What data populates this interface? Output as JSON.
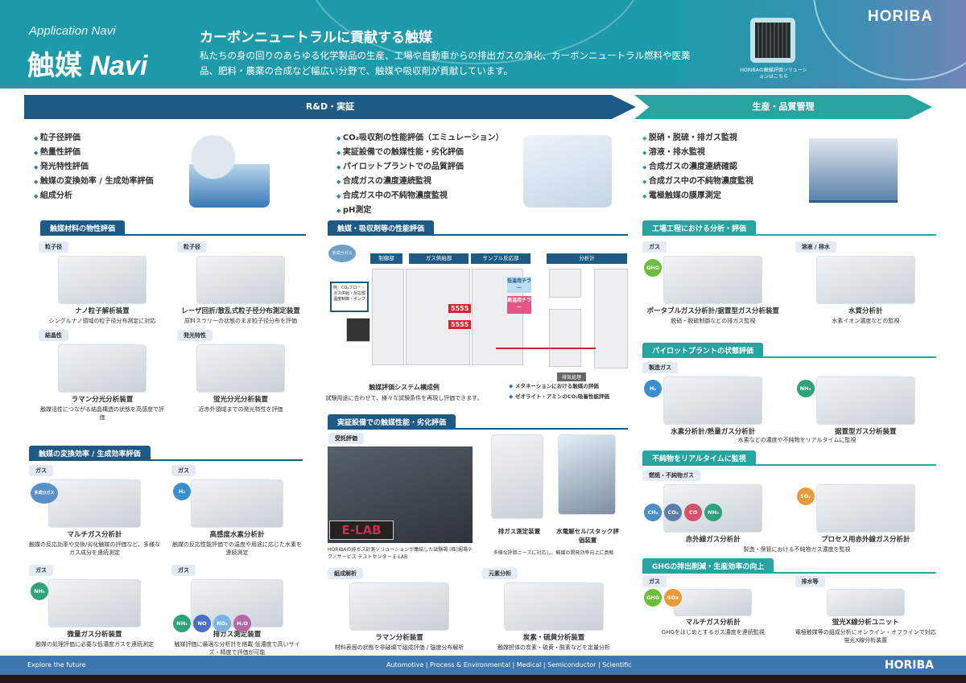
{
  "header": {
    "subtitle": "Application Navi",
    "title_jp": "触媒",
    "title_en": "Navi",
    "headline": "カーボンニュートラルに貢献する触媒",
    "description": "私たちの身の回りのあらゆる化学製品の生産、工場や自動車からの排出ガスの浄化、カーボンニュートラル燃料や医薬品、肥料・農薬の合成など幅広い分野で、触媒や吸収剤が貢献しています。",
    "qr_caption": "HORIBAの触媒評価ソリューションはこちら",
    "logo": "HORIBA"
  },
  "phases": {
    "rd": "R&D・実証",
    "production": "生産・品質管理"
  },
  "colors": {
    "navy": "#1d5a86",
    "teal": "#27a3a0",
    "header": "#1f9aaa",
    "footer": "#3e76b0"
  },
  "left": {
    "bullets": [
      "粒子径評価",
      "熱量性評価",
      "発光特性評価",
      "触媒の変換効率 / 生成効率評価",
      "組成分析"
    ],
    "sec1": {
      "title": "触媒材料の物性評価",
      "cards": [
        {
          "tag": "粒子径",
          "name": "ナノ粒子解析装置",
          "desc": "シングルナノ領域の粒子径分布測定に対応"
        },
        {
          "tag": "粒子径",
          "name": "レーザ回折/散乱式粒子径分布測定装置",
          "desc": "原料スラリーの状態のまま粒子径分布を評価"
        },
        {
          "tag": "結晶性",
          "name": "ラマン分光分析装置",
          "desc": "触媒活性につながる結晶構造の状態を高感度で評価"
        },
        {
          "tag": "発光特性",
          "name": "蛍光分光分析装置",
          "desc": "近赤外領域までの発光特性を評価"
        }
      ]
    },
    "sec2": {
      "title": "触媒の変換効率 / 生成効率評価",
      "cards": [
        {
          "tag": "ガス",
          "chips": [
            "多成分ガス"
          ],
          "name": "マルチガス分析計",
          "desc": "触媒の反応効率や交換/劣化触媒の評価など、多様なガス成分を連続測定"
        },
        {
          "tag": "ガス",
          "chips": [
            "H₂"
          ],
          "name": "高感度水素分析計",
          "desc": "触媒の反応性能評価での温度や用途に応じた水素を連続測定"
        },
        {
          "tag": "ガス",
          "chips": [
            "NH₃"
          ],
          "name": "微量ガス分析装置",
          "desc": "触媒の処理評価に必要な低濃度ガスを連続測定"
        },
        {
          "tag": "ガス",
          "chips": [
            "NH₃",
            "NO",
            "NO₂",
            "H₂O"
          ],
          "name": "排ガス測定装置",
          "desc": "触媒評価に最適な分析計を搭載 低濃度で高いサイズ・精度で評価が可能"
        }
      ]
    }
  },
  "middle": {
    "bullets": [
      "CO₂吸収剤の性能評価（エミュレーション）",
      "実証設備での触媒性能・劣化評価",
      "パイロットプラントでの品質評価",
      "合成ガスの濃度連続監視",
      "合成ガス中の不純物濃度監視",
      "pH測定"
    ],
    "sec1": {
      "title": "触媒・吸収剤等の性能評価",
      "diagram_labels": [
        "制御部",
        "ガス供給部",
        "サンプル反応部",
        "分析計"
      ],
      "note": "例：CO₂フロー・ガス供給・反応部温度制御・ポンプ",
      "cloud": "多成分ガス",
      "chiller_low": "低温用チラー",
      "chiller_high": "高温用チラー",
      "mfc": "5555",
      "exhaust": "排気処理",
      "caption_title": "触媒評価システム構成例",
      "caption": "試験用途に合わせて、様々な試験条件を再現し評価できます。",
      "apps": [
        "メタネーションにおける触媒の評価",
        "ゼオライト・アミンのCO₂吸着性能評価"
      ]
    },
    "sec2": {
      "title": "実証設備での触媒性能・劣化評価",
      "tag": "受託評価",
      "elab": "E-LAB",
      "elab_caption": "HORIBAの排ガス計測ソリューションが集結した試験場 (株)堀場テクノサービス テストセンター E-LAB",
      "cards": [
        {
          "name": "排ガス測定装置"
        },
        {
          "name": "水電解セル/スタック評価装置"
        }
      ],
      "cards_caption": "多様な評価ニーズに対応し、触媒の開発効率向上に貢献",
      "bottom": [
        {
          "tag": "組成解析",
          "name": "ラマン分析装置",
          "desc": "材料表面の状態を非破壊で組成評価 / 強度分布解析"
        },
        {
          "tag": "元素分析",
          "name": "炭素・硫黄分析装置",
          "desc": "触媒担体の炭素・硫黄・酸素などを定量分析"
        }
      ]
    }
  },
  "right": {
    "bullets": [
      "脱硝・脱硫・排ガス監視",
      "溶液・排水監視",
      "合成ガスの濃度連続確認",
      "合成ガス中の不純物濃度監視",
      "電極触媒の膜厚測定"
    ],
    "sec1": {
      "title": "工場工程における分析・評価",
      "cards": [
        {
          "tag": "ガス",
          "chips": [
            "GHG"
          ],
          "name": "ポータブルガス分析計/据置型ガス分析装置",
          "desc": "脱硝・脱硫制御などの排ガス監視"
        },
        {
          "tag": "溶液 / 排水",
          "name": "水質分析計",
          "desc": "水素イオン濃度などの監視"
        }
      ]
    },
    "sec2": {
      "title": "パイロットプラントの状態評価",
      "cards": [
        {
          "tag": "製造ガス",
          "chips": [
            "H₂"
          ],
          "name": "水素分析計/熱量ガス分析計",
          "desc": ""
        },
        {
          "tag": "",
          "chips": [
            "NH₃"
          ],
          "name": "据置型ガス分析装置",
          "desc": ""
        }
      ],
      "caption": "水素などの濃度や不純物をリアルタイムに監視"
    },
    "sec3": {
      "title": "不純物をリアルタイムに監視",
      "cards": [
        {
          "tag": "燃焼・不純物ガス",
          "chips": [
            "CH₄",
            "CO₂",
            "CO",
            "NH₃"
          ],
          "name": "赤外線ガス分析計",
          "desc": ""
        },
        {
          "tag": "",
          "chips": [
            "SO₂"
          ],
          "name": "プロセス用赤外線ガス分析計",
          "desc": ""
        }
      ],
      "caption": "製造・保管における不純物ガス濃度を監視"
    },
    "sec4": {
      "title": "GHGの排出削減・生産効率の向上",
      "cards": [
        {
          "tag": "ガス",
          "chips": [
            "GHG",
            "SOx"
          ],
          "name": "マルチガス分析計",
          "desc": "GHGをはじめとするガス濃度を連続監視"
        },
        {
          "tag": "排水等",
          "name": "蛍光X線分析ユニット",
          "desc": "電極触媒等の組成分析にオンライン・オフラインで対応",
          "extra": "蛍光X線分析装置"
        }
      ]
    }
  },
  "footer": {
    "tagline": "Explore the future",
    "segments": "Automotive | Process & Environmental | Medical | Semiconductor | Scientific",
    "logo": "HORIBA"
  }
}
